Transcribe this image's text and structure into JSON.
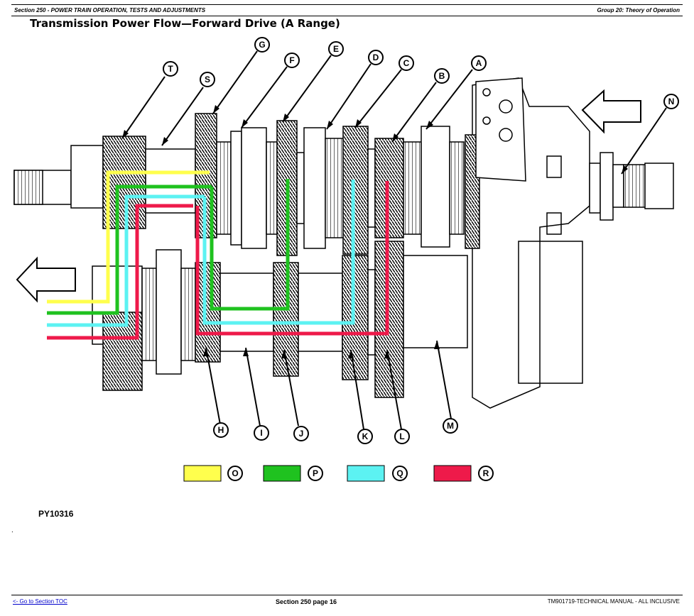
{
  "header": {
    "left": "Section 250 - POWER TRAIN OPERATION, TESTS AND ADJUSTMENTS",
    "right": "Group 20: Theory of Operation"
  },
  "title": "Transmission Power Flow—Forward Drive (A Range)",
  "figure": {
    "callouts": [
      "A",
      "B",
      "C",
      "D",
      "E",
      "F",
      "G",
      "H",
      "I",
      "J",
      "K",
      "L",
      "M",
      "N",
      "S",
      "T"
    ],
    "legend": [
      {
        "label": "O",
        "color": "#ffff4d"
      },
      {
        "label": "P",
        "color": "#1fc21f"
      },
      {
        "label": "Q",
        "color": "#5cf2f2"
      },
      {
        "label": "R",
        "color": "#ee1a4a"
      }
    ],
    "id": "PY10316"
  },
  "dot": ".",
  "footer": {
    "link": "<- Go to Section TOC",
    "center": "Section 250 page 16",
    "right": "TM901719-TECHNICAL MANUAL - ALL INCLUSIVE"
  }
}
